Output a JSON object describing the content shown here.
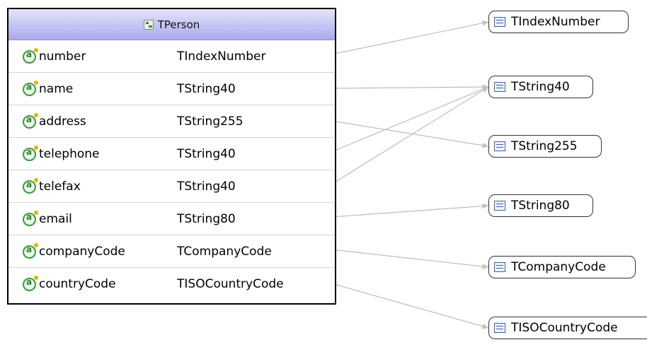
{
  "entity": {
    "title": "TPerson",
    "attributes": [
      {
        "name": "number",
        "type": "TIndexNumber"
      },
      {
        "name": "name",
        "type": "TString40"
      },
      {
        "name": "address",
        "type": "TString255"
      },
      {
        "name": "telephone",
        "type": "TString40"
      },
      {
        "name": "telefax",
        "type": "TString40"
      },
      {
        "name": "email",
        "type": "TString80"
      },
      {
        "name": "companyCode",
        "type": "TCompanyCode"
      },
      {
        "name": "countryCode",
        "type": "TISOCountryCode"
      }
    ]
  },
  "types": [
    {
      "label": "TIndexNumber"
    },
    {
      "label": "TString40"
    },
    {
      "label": "TString255"
    },
    {
      "label": "TString80"
    },
    {
      "label": "TCompanyCode"
    },
    {
      "label": "TISOCountryCode"
    }
  ],
  "connections": [
    {
      "from": "number",
      "to": "TIndexNumber"
    },
    {
      "from": "name",
      "to": "TString40"
    },
    {
      "from": "address",
      "to": "TString255"
    },
    {
      "from": "telephone",
      "to": "TString40"
    },
    {
      "from": "telefax",
      "to": "TString40"
    },
    {
      "from": "email",
      "to": "TString80"
    },
    {
      "from": "companyCode",
      "to": "TCompanyCode"
    },
    {
      "from": "countryCode",
      "to": "TISOCountryCode"
    }
  ],
  "colors": {
    "header_gradient_top": "#e4e4fb",
    "header_gradient_bottom": "#a9a9ec",
    "connector": "#bdbdbd",
    "attribute_icon": "#3c9a3c"
  }
}
